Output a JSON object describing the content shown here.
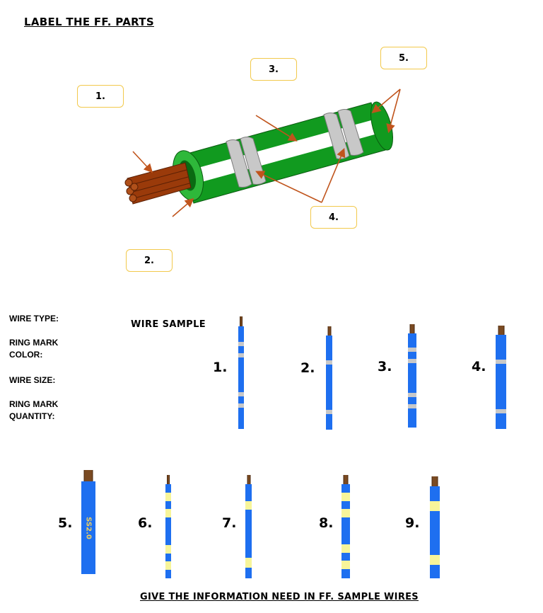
{
  "title": "LABEL THE FF. PARTS",
  "part_labels": {
    "one": "1.",
    "two": "2.",
    "three": "3.",
    "four": "4.",
    "five": "5."
  },
  "fields": {
    "wire_type": "WIRE TYPE:",
    "ring_mark_color": [
      "RING MARK",
      "COLOR:"
    ],
    "wire_size": "WIRE SIZE:",
    "ring_mark_quantity": [
      "RING MARK",
      "QUANTITY:"
    ]
  },
  "sample_title": "WIRE SAMPLE",
  "wire_numbers": [
    "1.",
    "2.",
    "3.",
    "4.",
    "5.",
    "6.",
    "7.",
    "8.",
    "9."
  ],
  "wire5_print": "SS2.0",
  "footer": "GIVE THE INFORMATION NEED IN FF. SAMPLE WIRES",
  "colors": {
    "insulation_green": "#119a1f",
    "insulation_blue": "#1e6ff0",
    "copper": "#9a3a0a",
    "ring_gray": "#c8c8c8",
    "ring_yellow": "#f7f59a",
    "arrow": "#c0541c",
    "label_border": "#f2c94c"
  }
}
